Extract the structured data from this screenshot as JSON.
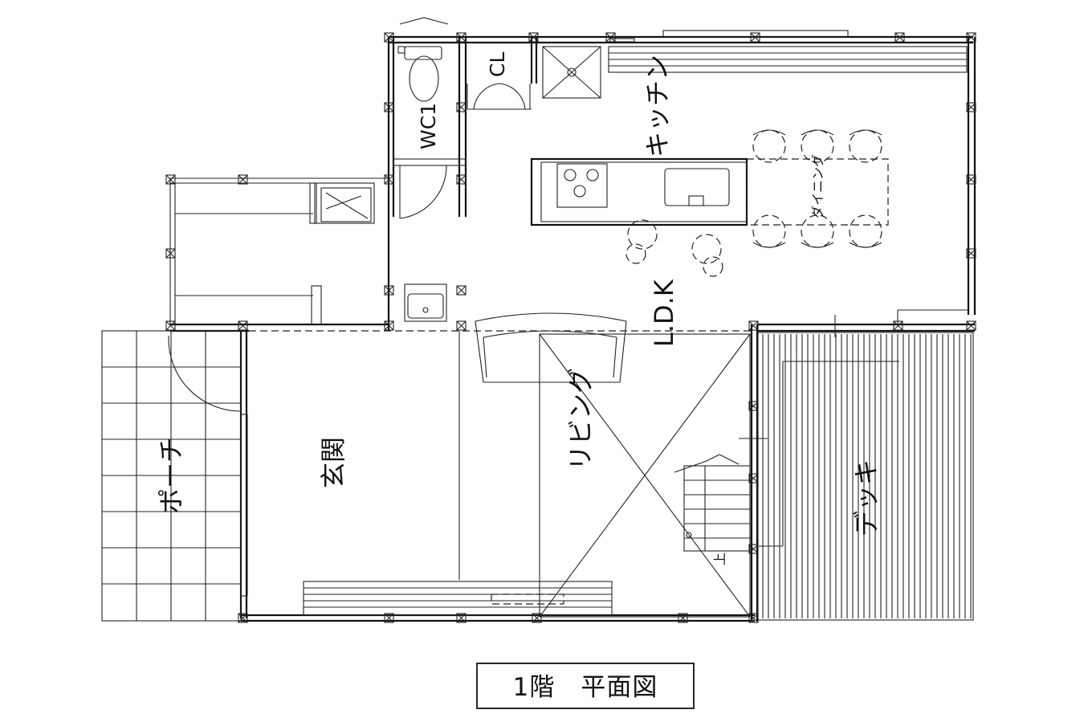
{
  "drawing": {
    "title": "1階　平面図"
  },
  "rooms": {
    "porch": "ポーチ",
    "entrance": "玄関",
    "living": "リビング",
    "ldk": "L.D.K",
    "kitchen": "キッチン",
    "dining": "ダイニング",
    "wc": "WC1",
    "closet": "CL",
    "deck": "デッキ"
  },
  "markers": {
    "stair_up": "上"
  }
}
